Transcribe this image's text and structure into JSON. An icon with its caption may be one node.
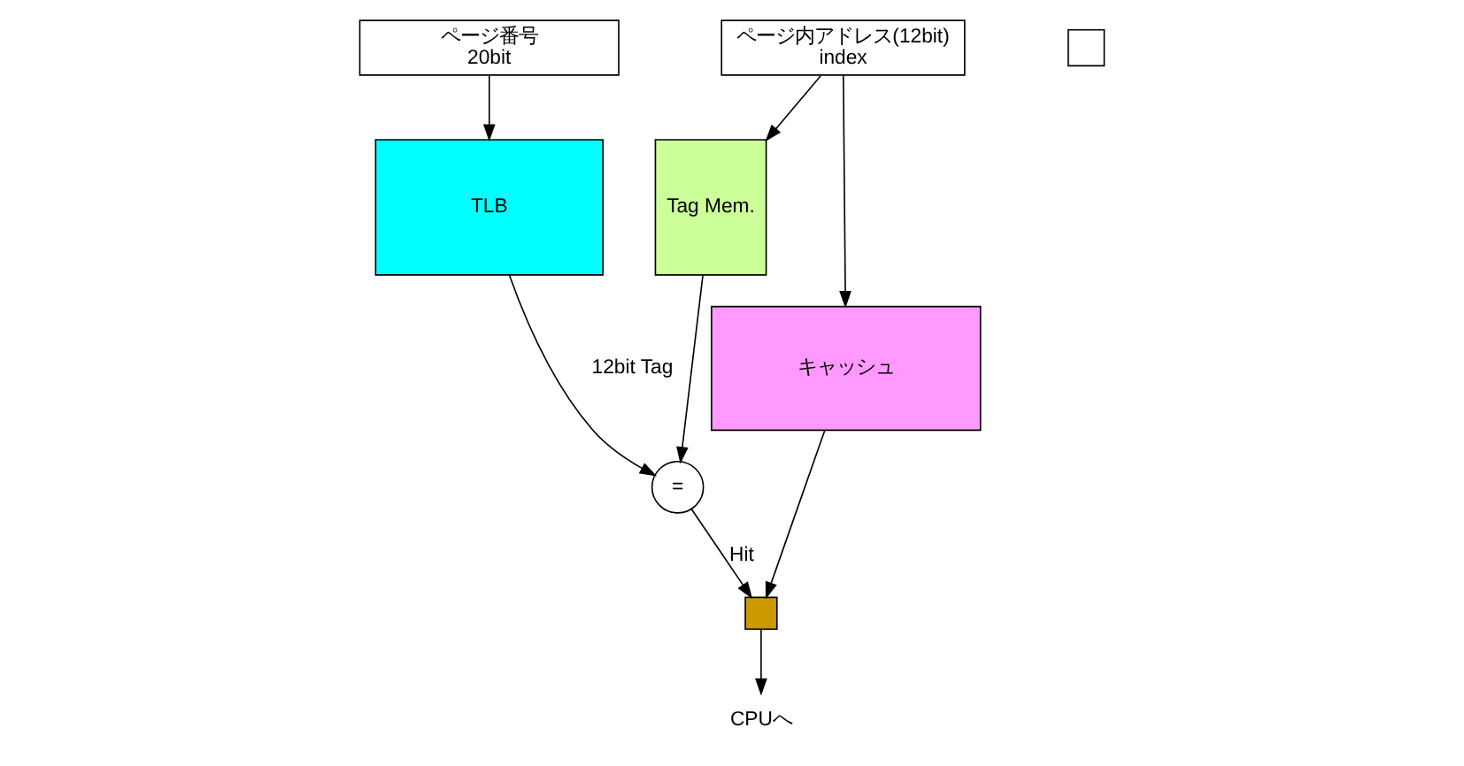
{
  "diagram": {
    "nodes": [
      {
        "text": [
          "ページ番号",
          "20bit"
        ]
      },
      {
        "text": [
          "ページ内アドレス(12bit)",
          "index"
        ]
      },
      {
        "text": [],
        "shape": "box"
      },
      {
        "text": [
          "TLB"
        ]
      },
      {
        "text": [
          "Tag Mem."
        ]
      },
      {
        "text": [
          "キャッシュ"
        ]
      },
      {
        "text": [
          "="
        ]
      },
      {
        "text": [],
        "shape": "box"
      },
      {
        "text": [
          "CPUへ"
        ]
      }
    ],
    "edges": [
      {
        "from": 0,
        "to": 3,
        "arrow": "to"
      },
      {
        "from": 1,
        "to": 4,
        "arrow": "to"
      },
      {
        "from": 1,
        "to": 5,
        "arrow": "to"
      },
      {
        "from": 3,
        "to": 6,
        "arrow": "to",
        "label": "12bit Tag"
      },
      {
        "from": 4,
        "to": 6,
        "arrow": "to"
      },
      {
        "from": 6,
        "to": 7,
        "arrow": "to",
        "label": "Hit"
      },
      {
        "from": 5,
        "to": 7,
        "arrow": "to"
      },
      {
        "from": 7,
        "to": 8,
        "arrow": "to"
      }
    ]
  }
}
